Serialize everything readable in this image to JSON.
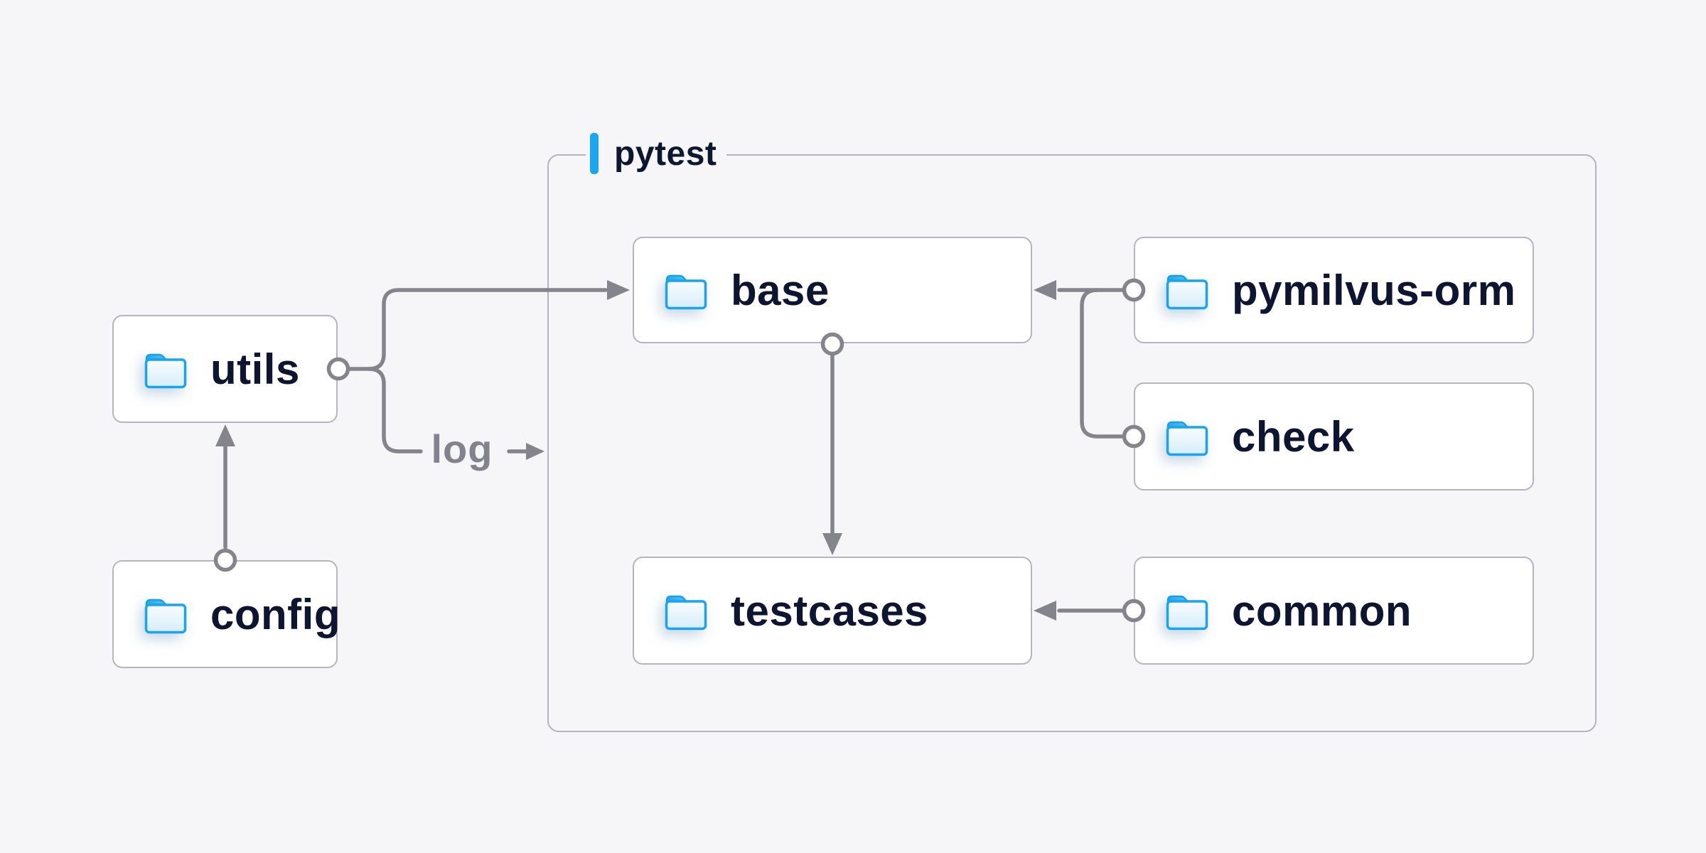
{
  "diagram": {
    "type": "folder-dependency-diagram",
    "container": {
      "label": "pytest",
      "accent_color": "#1aa7f0"
    },
    "nodes": [
      {
        "id": "utils",
        "label": "utils",
        "icon": "folder-icon",
        "group": null
      },
      {
        "id": "config",
        "label": "config",
        "icon": "folder-icon",
        "group": null
      },
      {
        "id": "base",
        "label": "base",
        "icon": "folder-icon",
        "group": "pytest"
      },
      {
        "id": "testcases",
        "label": "testcases",
        "icon": "folder-icon",
        "group": "pytest"
      },
      {
        "id": "pymilvus-orm",
        "label": "pymilvus-orm",
        "icon": "folder-icon",
        "group": "pytest"
      },
      {
        "id": "check",
        "label": "check",
        "icon": "folder-icon",
        "group": "pytest"
      },
      {
        "id": "common",
        "label": "common",
        "icon": "folder-icon",
        "group": "pytest"
      }
    ],
    "edges": [
      {
        "from": "config",
        "to": "utils",
        "label": ""
      },
      {
        "from": "utils",
        "to": "base",
        "label": ""
      },
      {
        "from": "utils",
        "to": "pytest",
        "label": "log"
      },
      {
        "from": "base",
        "to": "testcases",
        "label": ""
      },
      {
        "from": "pymilvus-orm",
        "to": "base",
        "label": ""
      },
      {
        "from": "check",
        "to": "base",
        "label": ""
      },
      {
        "from": "common",
        "to": "testcases",
        "label": ""
      }
    ],
    "colors": {
      "background": "#f6f6f8",
      "node_background": "#ffffff",
      "node_border": "#b5b5bf",
      "group_border": "#b5b5bf",
      "connector": "#84848d",
      "node_text": "#0d1530",
      "group_label_text": "#0e1730",
      "edge_label_text": "#83838d",
      "accent_blue": "#1aa7f0",
      "folder_blue": "#1ba4ee"
    }
  }
}
